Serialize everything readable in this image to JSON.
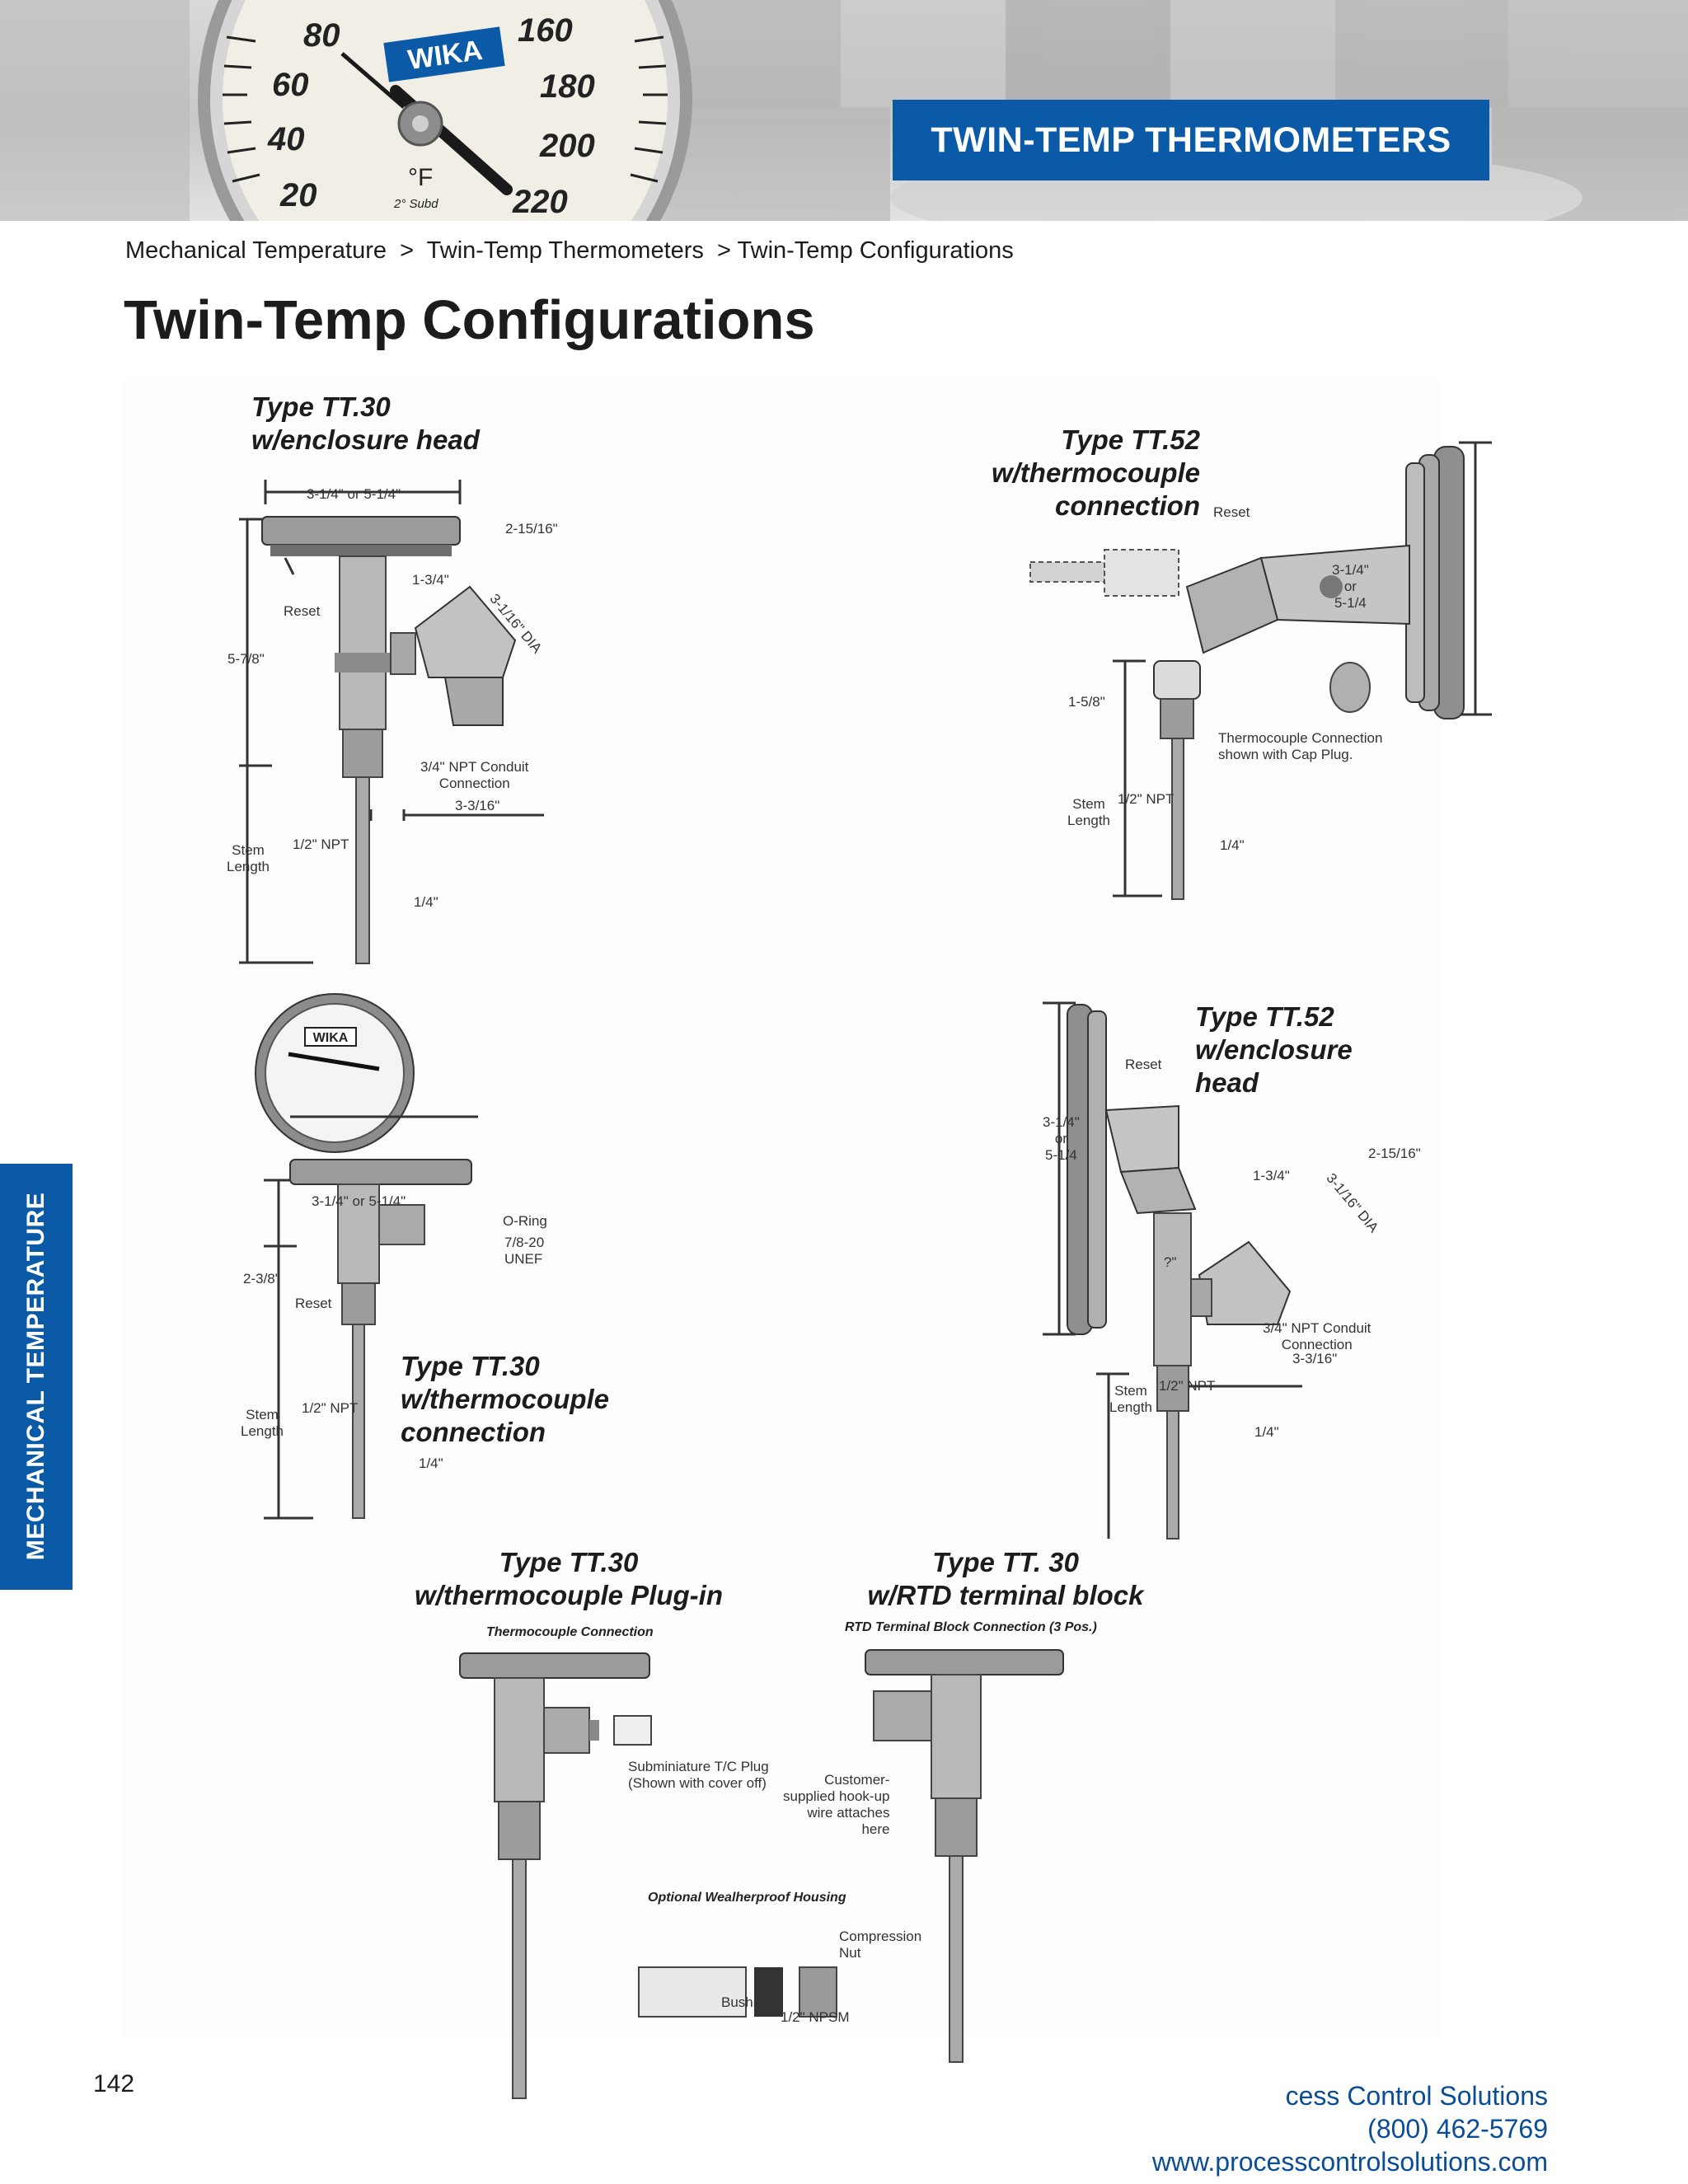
{
  "banner": {
    "gauge_brand": "WIKA",
    "gauge_scale_left": [
      "80",
      "60",
      "40",
      "20"
    ],
    "gauge_scale_right": [
      "160",
      "180",
      "200",
      "220"
    ],
    "gauge_unit": "°F",
    "gauge_subdiv": "2° Subd"
  },
  "section_tag": "TWIN-TEMP THERMOMETERS",
  "breadcrumb": "Mechanical Temperature  >  Twin-Temp Thermometers  > Twin-Temp Configurations",
  "title": "Twin-Temp Configurations",
  "side_tab": "MECHANICAL TEMPERATURE",
  "page_number": "142",
  "footer": {
    "company": "cess Control Solutions",
    "phone": "(800) 462-5769",
    "url": "www.processcontrolsolutions.com"
  },
  "diagrams": {
    "tt30_enclosure": {
      "title": "Type TT.30\nw/enclosure head",
      "labels": {
        "width": "3-1/4\" or 5-1/4\"",
        "d2_15_16": "2-15/16\"",
        "d1_3_4": "1-3/4\"",
        "dia": "3-1/16\" DIA",
        "reset": "Reset",
        "h5_7_8": "5-7/8\"",
        "conduit": "3/4\" NPT Conduit\nConnection",
        "d3_3_16": "3-3/16\"",
        "stem": "Stem\nLength",
        "npt": "1/2\" NPT",
        "q": "1/4\""
      }
    },
    "tt52_thermocouple": {
      "title": "Type TT.52\nw/thermocouple\nconnection",
      "labels": {
        "reset": "Reset",
        "size": "3-1/4\"\nor\n5-1/4",
        "d1_5_8": "1-5/8\"",
        "tc_note": "Thermocouple Connection\nshown with Cap Plug.",
        "stem": "Stem\nLength",
        "npt": "1/2\" NPT",
        "q": "1/4\""
      }
    },
    "tt30_thermocouple": {
      "title": "Type TT.30\nw/thermocouple\nconnection",
      "labels": {
        "brand": "WIKA",
        "width": "3-1/4\" or 5-1/4\"",
        "oring": "O-Ring",
        "thread": "7/8-20\nUNEF",
        "h2_3_8": "2-3/8\"",
        "reset": "Reset",
        "stem": "Stem\nLength",
        "npt": "1/2\" NPT",
        "q": "1/4\""
      }
    },
    "tt52_enclosure": {
      "title": "Type TT.52\nw/enclosure\nhead",
      "labels": {
        "reset": "Reset",
        "size": "3-1/4\"\nor\n5-1/4",
        "d1_3_4": "1-3/4\"",
        "d2_15_16": "2-15/16\"",
        "dia": "3-1/16\" DIA",
        "q7": "?\"",
        "conduit": "3/4\" NPT Conduit\nConnection",
        "d3_3_16": "3-3/16\"",
        "stem": "Stem\nLength",
        "npt": "1/2\" NPT",
        "q": "1/4\""
      }
    },
    "tt30_plugin": {
      "title": "Type TT.30\nw/thermocouple Plug-in",
      "labels": {
        "header": "Thermocouple Connection",
        "plug": "Subminiature T/C Plug\n(Shown with cover off)"
      }
    },
    "tt30_rtd": {
      "title": "Type TT. 30\nw/RTD terminal block",
      "labels": {
        "header": "RTD Terminal Block Connection (3 Pos.)",
        "customer": "Customer-\nsupplied hook-up\nwire attaches\nhere"
      }
    },
    "housing": {
      "header": "Optional Wealherproof Housing",
      "nut": "Compression\nNut",
      "bushing": "Bushing",
      "npsm": "1/2\" NPSM"
    }
  }
}
